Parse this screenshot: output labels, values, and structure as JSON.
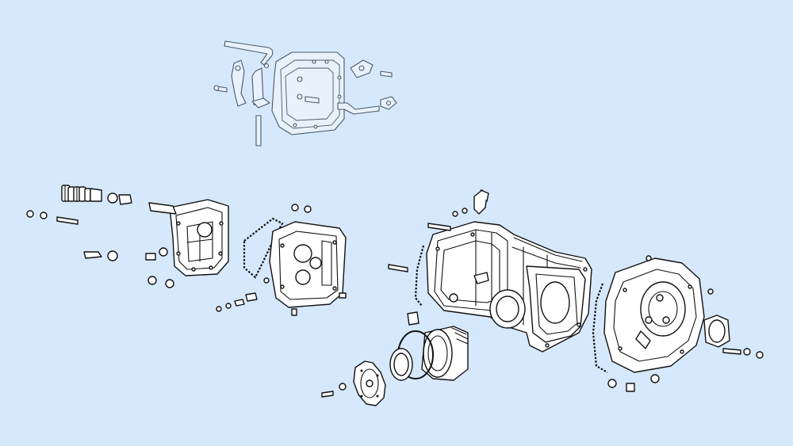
{
  "diagram": {
    "type": "exploded-parts-illustration",
    "colors": {
      "background": "#d6e8fb",
      "line": "#111111",
      "part_fill": "#ffffff",
      "faded_group": "#4a5a6a"
    },
    "groups": [
      {
        "name": "shift-housing-group"
      },
      {
        "name": "rear-cover-group"
      },
      {
        "name": "intermediate-plate-group"
      },
      {
        "name": "main-gearbox-housing"
      },
      {
        "name": "bell-housing-group"
      },
      {
        "name": "oil-pump-group"
      }
    ]
  }
}
